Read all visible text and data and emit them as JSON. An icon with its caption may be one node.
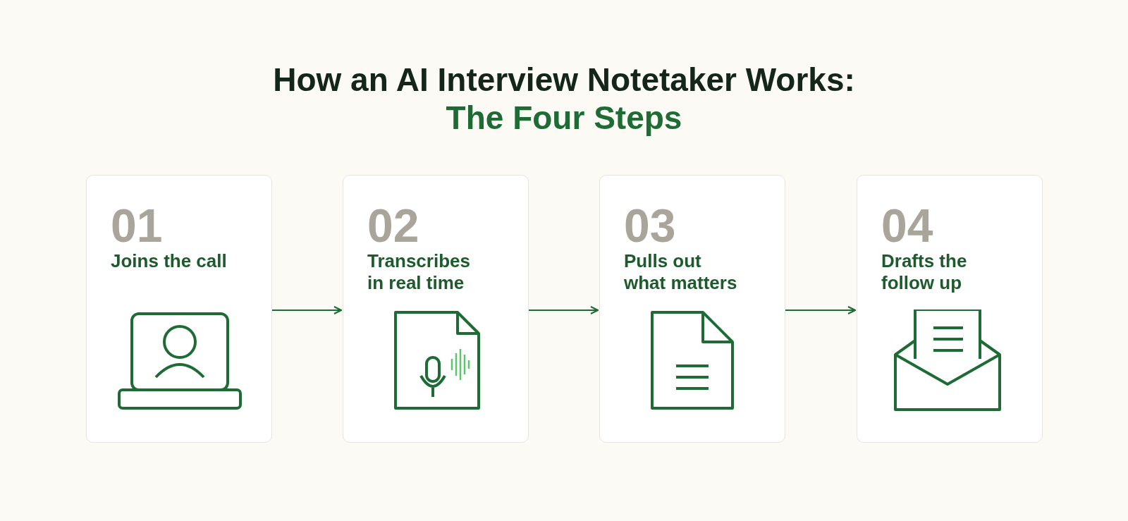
{
  "diagram": {
    "title": "How an AI Interview Notetaker Works:",
    "nodes": [
      {
        "text": [
          "01",
          "Joins the call"
        ]
      },
      {
        "text": [
          "02",
          "Transcribes in real time"
        ]
      },
      {
        "text": [
          "03",
          "Pulls out what matters"
        ]
      },
      {
        "text": [
          "04",
          "Drafts the follow up"
        ]
      }
    ],
    "edges": [
      {
        "from": 0,
        "to": 1,
        "arrow": "to"
      },
      {
        "from": 1,
        "to": 2,
        "arrow": "to"
      },
      {
        "from": 2,
        "to": 3,
        "arrow": "to"
      }
    ],
    "labels": [
      "The Four Steps"
    ]
  }
}
